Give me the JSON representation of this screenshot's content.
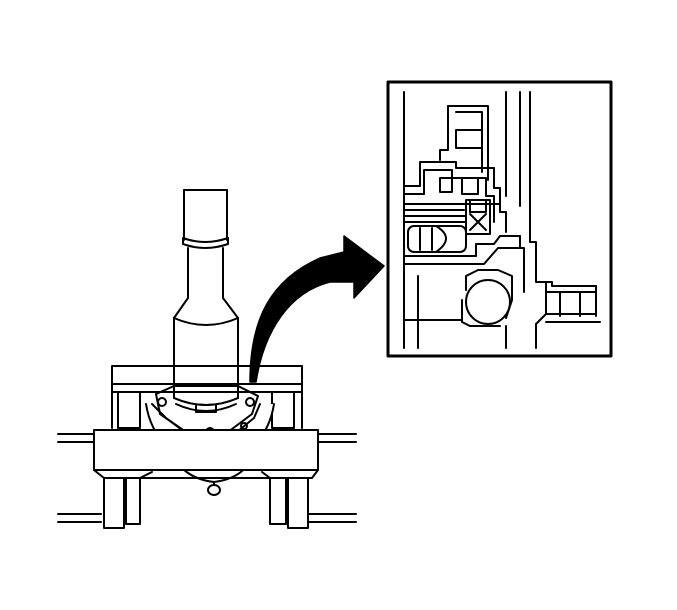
{
  "figure": {
    "background": "#ffffff",
    "line_color": "#000000",
    "labels": [],
    "components": [
      "press-ram",
      "bearing-installer-tool",
      "mounting-flange",
      "press-fixture",
      "detail-callout-arrow",
      "detail-inset"
    ]
  }
}
